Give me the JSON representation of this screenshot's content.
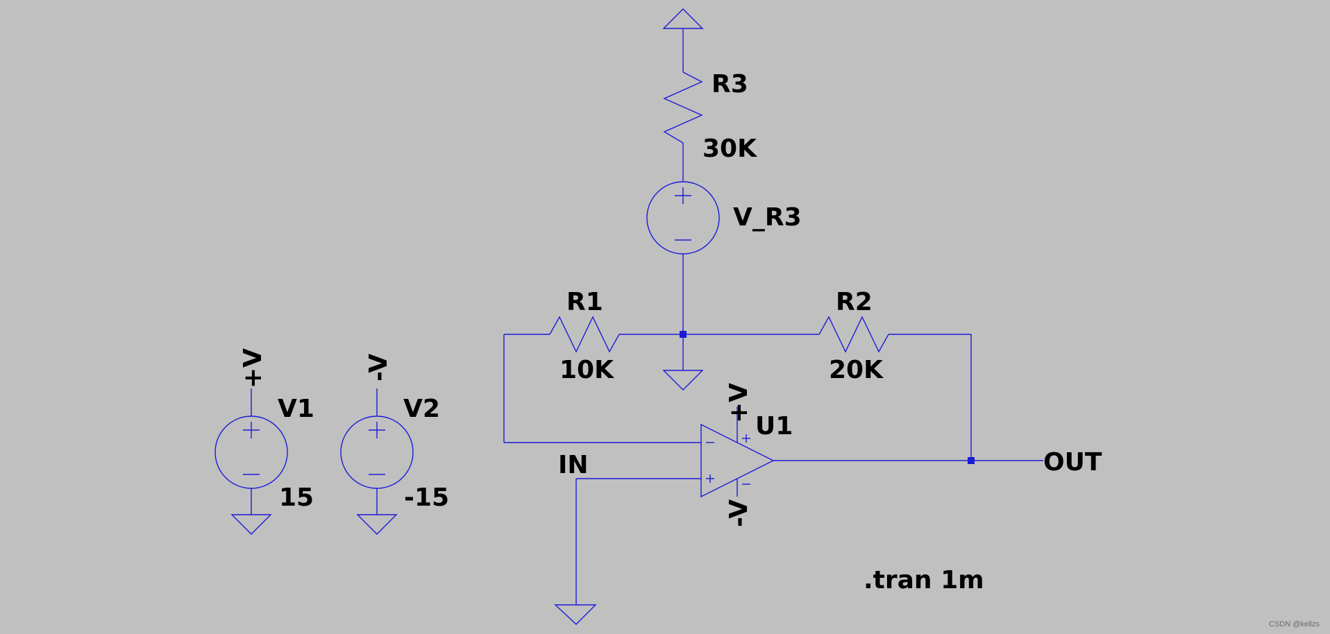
{
  "schematic": {
    "components": {
      "R1": {
        "name": "R1",
        "value": "10K"
      },
      "R2": {
        "name": "R2",
        "value": "20K"
      },
      "R3": {
        "name": "R3",
        "value": "30K"
      },
      "V_R3": {
        "name": "V_R3"
      },
      "V1": {
        "name": "V1",
        "value": "15"
      },
      "V2": {
        "name": "V2",
        "value": "-15"
      },
      "U1": {
        "name": "U1"
      }
    },
    "net_labels": {
      "pos_supply": "+V",
      "neg_supply": "-V",
      "input": "IN",
      "output": "OUT"
    },
    "directive": ".tran 1m",
    "watermark": "CSDN @kellzs"
  },
  "colors": {
    "background": "#c0c0c0",
    "wire": "#1a1ad8",
    "label": "#000000"
  }
}
